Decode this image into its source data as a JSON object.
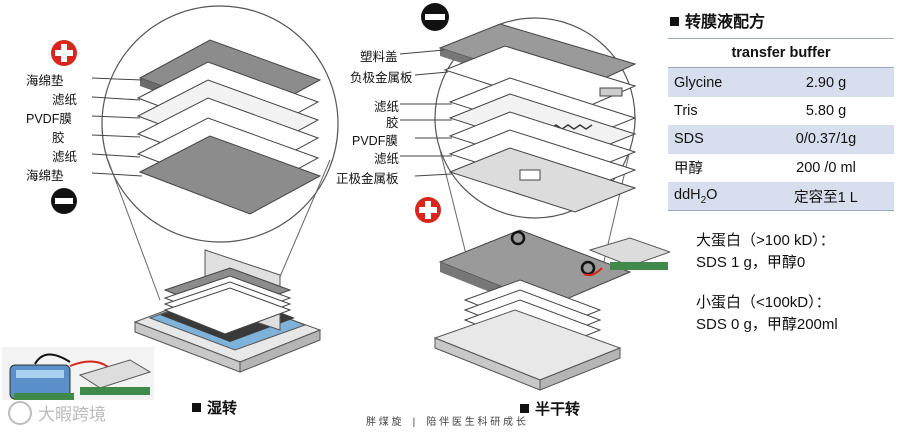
{
  "wet": {
    "labels": [
      "海绵垫",
      "滤纸",
      "PVDF膜",
      "胶",
      "滤纸",
      "海绵垫"
    ],
    "caption": "湿转"
  },
  "semi": {
    "labels": [
      "塑料盖",
      "负极金属板",
      "滤纸",
      "胶",
      "PVDF膜",
      "滤纸",
      "正极金属板"
    ],
    "caption": "半干转"
  },
  "recipe": {
    "title": "转膜液配方",
    "header": "transfer buffer",
    "rows": [
      {
        "name": "Glycine",
        "value": "2.90 g"
      },
      {
        "name": "Tris",
        "value": "5.80 g"
      },
      {
        "name": "SDS",
        "value": "0/0.37/1g"
      },
      {
        "name": "甲醇",
        "value": "200 /0 ml"
      },
      {
        "name": "ddH",
        "sub": "2",
        "tail": "O",
        "value": "定容至1 L"
      }
    ]
  },
  "notes": {
    "large_line1": "大蛋白（>100 kD）：",
    "large_line2": "SDS 1 g，甲醇0",
    "small_line1": "小蛋白（<100kD）：",
    "small_line2": "SDS 0 g，甲醇200ml"
  },
  "footer": {
    "watermark": "大暇跨境",
    "slogan": "胖 煤 旋    |    陪 伴 医 生 科 研 成 长"
  },
  "colors": {
    "positive": "#d9261c",
    "negative": "#111111",
    "table_stripe": "#d7dfee",
    "wet_tank_blue": "#5a8fc9",
    "power_green": "#3f8a4a"
  }
}
